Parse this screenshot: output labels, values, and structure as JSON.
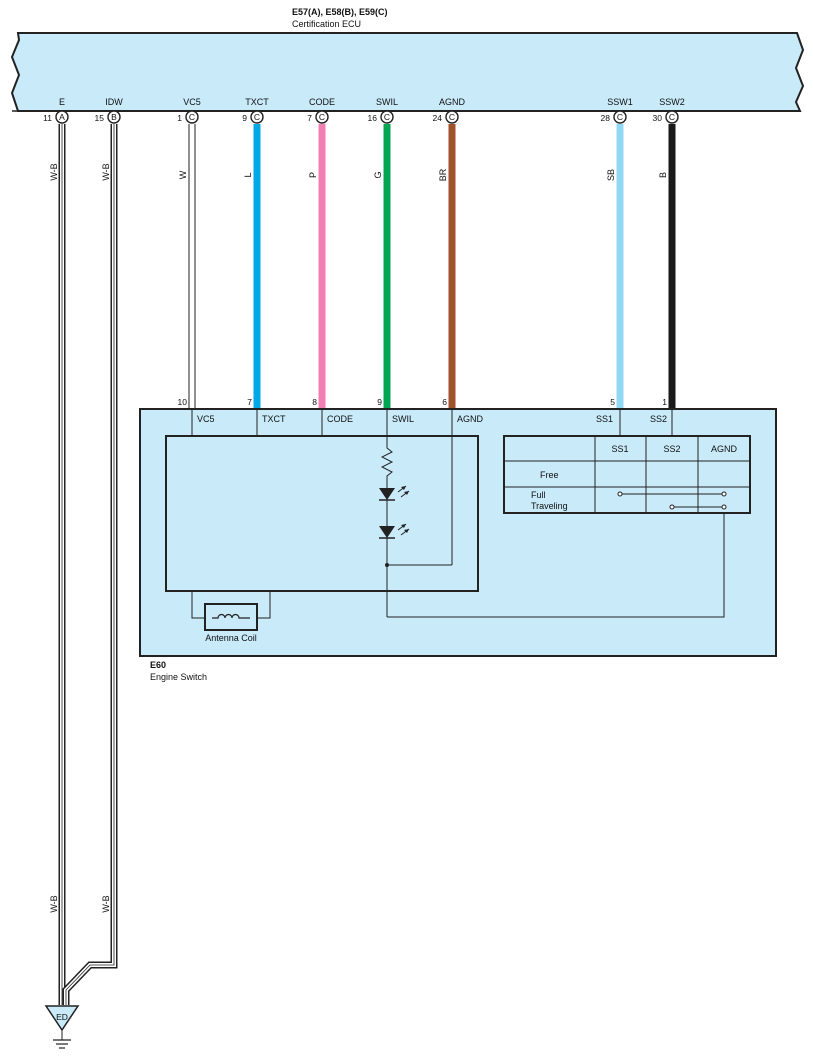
{
  "ecu": {
    "connectors": "E57(A), E58(B), E59(C)",
    "name": "Certification ECU",
    "terminals": [
      {
        "name": "E",
        "pin": "11",
        "conn": "A"
      },
      {
        "name": "IDW",
        "pin": "15",
        "conn": "B"
      },
      {
        "name": "VC5",
        "pin": "1",
        "conn": "C"
      },
      {
        "name": "TXCT",
        "pin": "9",
        "conn": "C"
      },
      {
        "name": "CODE",
        "pin": "7",
        "conn": "C"
      },
      {
        "name": "SWIL",
        "pin": "16",
        "conn": "C"
      },
      {
        "name": "AGND",
        "pin": "24",
        "conn": "C"
      },
      {
        "name": "SSW1",
        "pin": "28",
        "conn": "C"
      },
      {
        "name": "SSW2",
        "pin": "30",
        "conn": "C"
      }
    ]
  },
  "wires": [
    {
      "code": "W-B",
      "hex": "#ffffff"
    },
    {
      "code": "W-B",
      "hex": "#ffffff"
    },
    {
      "code": "W",
      "hex": "#ffffff"
    },
    {
      "code": "L",
      "hex": "#00a9e6"
    },
    {
      "code": "P",
      "hex": "#f27fb2"
    },
    {
      "code": "G",
      "hex": "#00a651"
    },
    {
      "code": "BR",
      "hex": "#a0522d"
    },
    {
      "code": "SB",
      "hex": "#90d8f4"
    },
    {
      "code": "B",
      "hex": "#1a1a1a"
    }
  ],
  "ground_wire_labels": [
    "W-B",
    "W-B"
  ],
  "switch": {
    "code": "E60",
    "name": "Engine Switch",
    "terminals": [
      {
        "pin": "10",
        "name": "VC5"
      },
      {
        "pin": "7",
        "name": "TXCT"
      },
      {
        "pin": "8",
        "name": "CODE"
      },
      {
        "pin": "9",
        "name": "SWIL"
      },
      {
        "pin": "6",
        "name": "AGND"
      },
      {
        "pin": "5",
        "name": "SS1"
      },
      {
        "pin": "1",
        "name": "SS2"
      }
    ],
    "antenna_label": "Antenna Coil",
    "table": {
      "headers": [
        "SS1",
        "SS2",
        "AGND"
      ],
      "rows": [
        "Free",
        "Full",
        "Traveling"
      ]
    }
  },
  "ground": {
    "label": "ED"
  },
  "colors": {
    "fill": "#c8eaf9",
    "outline": "#222222"
  }
}
